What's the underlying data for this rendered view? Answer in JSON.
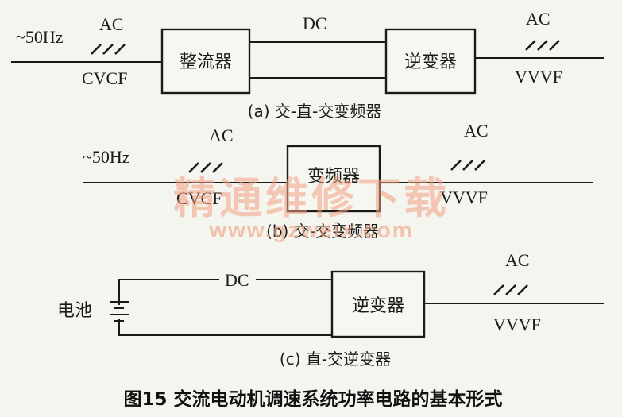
{
  "diagram_a": {
    "source_label": "~50Hz",
    "input_type": "AC",
    "input_spec": "CVCF",
    "block1": "整流器",
    "link_label": "DC",
    "block2": "逆变器",
    "output_type": "AC",
    "output_spec": "VVVF",
    "caption": "(a) 交-直-交变频器"
  },
  "diagram_b": {
    "source_label": "~50Hz",
    "input_type": "AC",
    "input_spec": "CVCF",
    "block": "变频器",
    "output_type": "AC",
    "output_spec": "VVVF",
    "caption": "(b) 交-交变频器"
  },
  "diagram_c": {
    "source_label": "电池",
    "link_label": "DC",
    "block": "逆变器",
    "output_type": "AC",
    "output_spec": "VVVF",
    "caption": "(c) 直-交逆变器"
  },
  "figure_caption": "图15   交流电动机调速系统功率电路的基本形式",
  "watermark": {
    "text": "精通维修下载",
    "url": "www.gzweix.com"
  }
}
